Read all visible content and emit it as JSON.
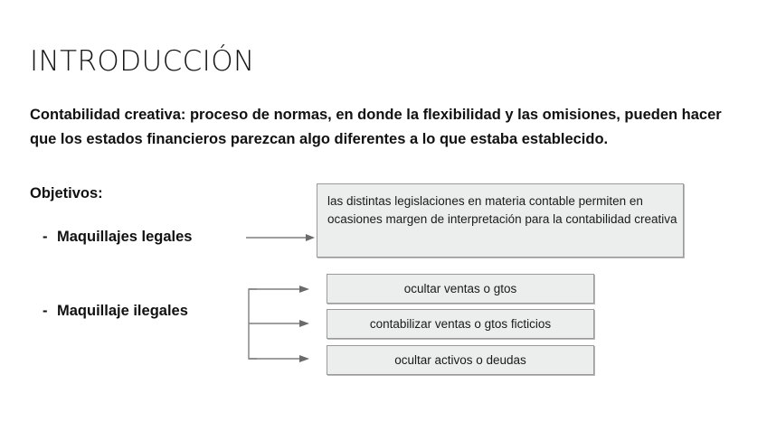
{
  "slide": {
    "background_color": "#ffffff",
    "title": "INTRODUCCIÓN"
  },
  "body": {
    "paragraph": "Contabilidad creativa: proceso de normas, en donde la flexibilidad y las omisiones, pueden hacer que los estados financieros parezcan algo diferentes a lo que estaba establecido.",
    "objetivos_label": "Objetivos:"
  },
  "bullets": [
    {
      "marker": "-",
      "label": "Maquillajes legales"
    },
    {
      "marker": "-",
      "label": "Maquillaje ilegales"
    }
  ],
  "note_box": {
    "text": "las distintas legislaciones en materia contable permiten en ocasiones margen de interpretación para la contabilidad creativa",
    "fill_color": "#eceded",
    "border_color": "#9a9a9a"
  },
  "process_boxes": [
    {
      "label": "ocultar ventas o gtos"
    },
    {
      "label": "contabilizar ventas o gtos ficticios"
    },
    {
      "label": "ocultar activos o deudas"
    }
  ],
  "connectors": {
    "arrow_color": "#7f7f7f",
    "legales_arrow": "single-arrow",
    "ilegales_arrow": "bracket-three-arrows"
  }
}
